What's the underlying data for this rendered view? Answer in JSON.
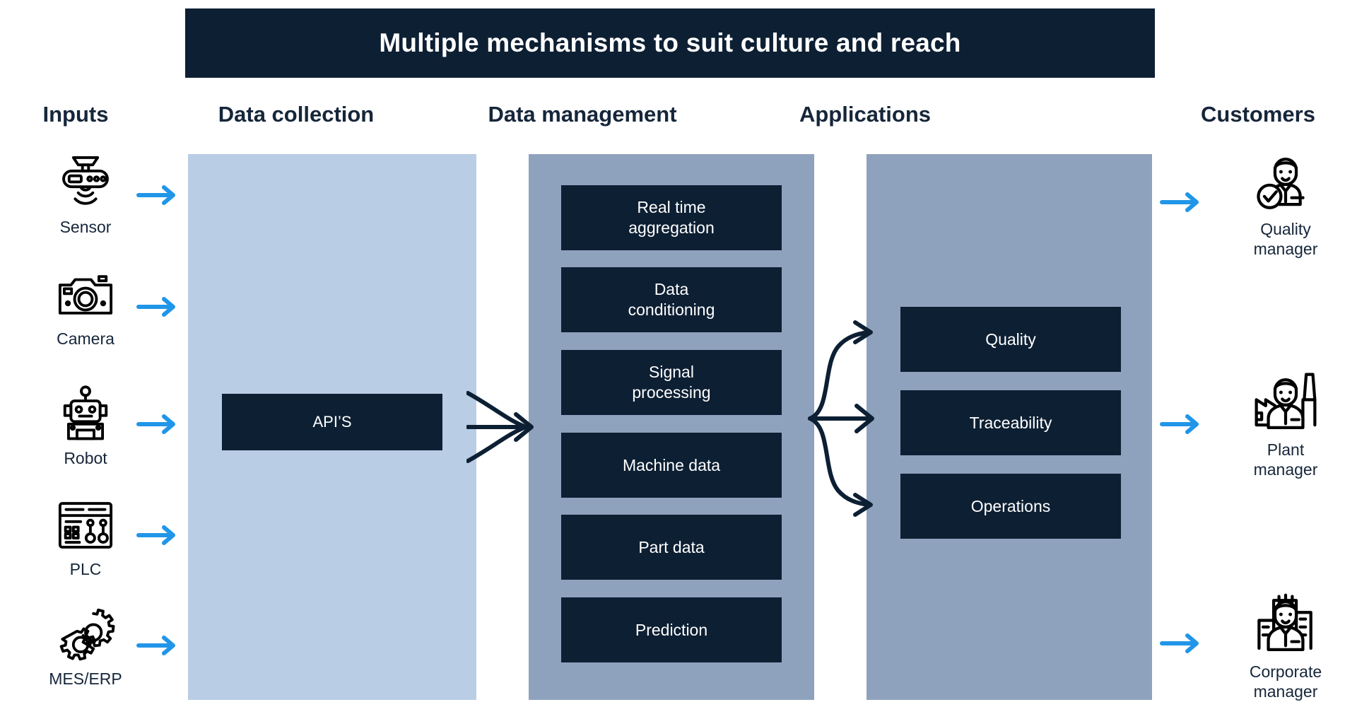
{
  "banner": {
    "title": "Multiple mechanisms to suit culture and reach"
  },
  "columns": {
    "inputs": "Inputs",
    "data_collection": "Data collection",
    "data_management": "Data management",
    "applications": "Applications",
    "customers": "Customers"
  },
  "inputs": [
    {
      "label": "Sensor",
      "icon": "sensor-icon"
    },
    {
      "label": "Camera",
      "icon": "camera-icon"
    },
    {
      "label": "Robot",
      "icon": "robot-icon"
    },
    {
      "label": "PLC",
      "icon": "plc-panel-icon"
    },
    {
      "label": "MES/ERP",
      "icon": "gears-icon"
    }
  ],
  "data_collection": {
    "block": "API’S"
  },
  "data_management": {
    "blocks": [
      "Real time\naggregation",
      "Data\nconditioning",
      "Signal\nprocessing",
      "Machine data",
      "Part data",
      "Prediction"
    ]
  },
  "applications": {
    "blocks": [
      "Quality",
      "Traceability",
      "Operations"
    ]
  },
  "customers": [
    {
      "label": "Quality\nmanager",
      "icon": "quality-manager-icon"
    },
    {
      "label": "Plant\nmanager",
      "icon": "plant-manager-icon"
    },
    {
      "label": "Corporate\nmanager",
      "icon": "corporate-manager-icon"
    }
  ],
  "colors": {
    "dark_navy": "#0d1f33",
    "panel_light_blue": "#b9cde5",
    "panel_slate_blue": "#8fa2bd",
    "accent_blue_arrow": "#2196e8",
    "heading_text": "#16263a",
    "background": "#ffffff"
  },
  "connectors": {
    "merge_arrow": "three-lines-converging-arrow",
    "fan_arrow": "brace-fan-out-arrow",
    "input_arrows": "blue-right-arrow",
    "customer_arrows": "blue-right-arrow"
  }
}
